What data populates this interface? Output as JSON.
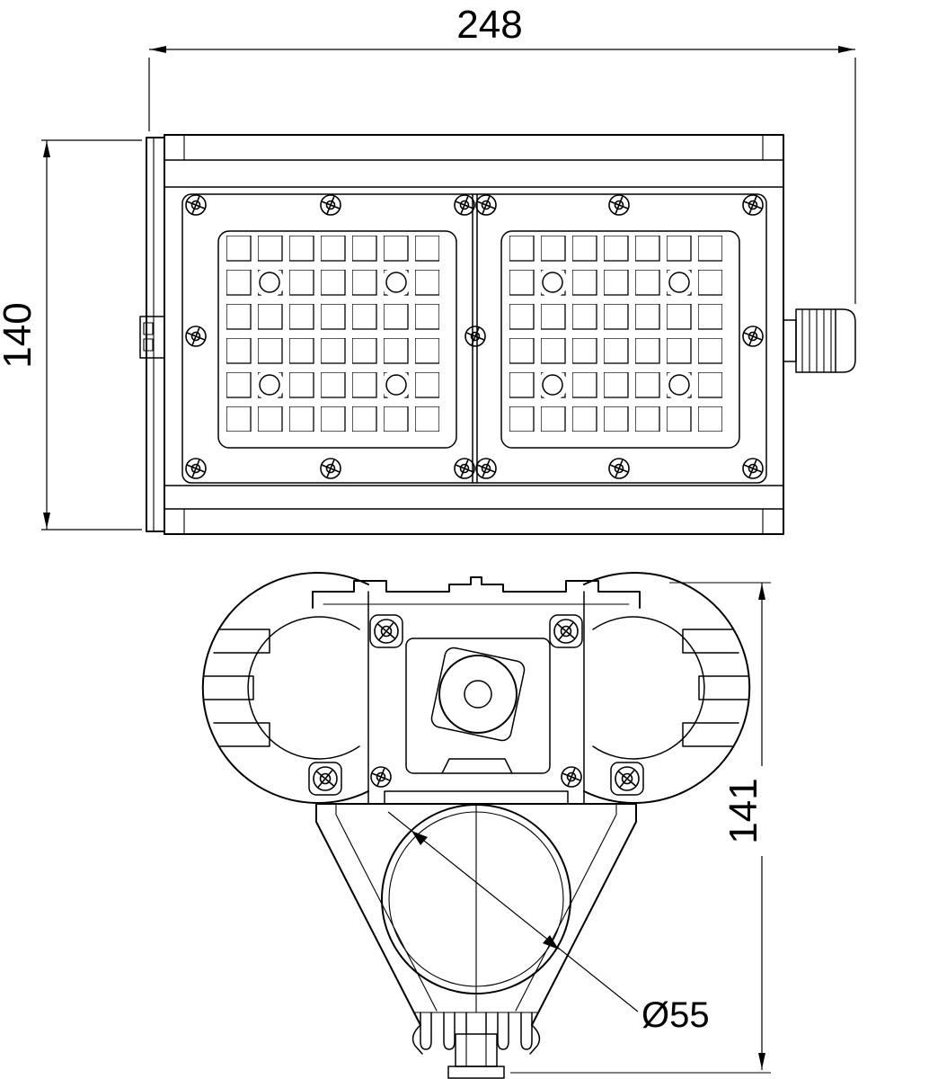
{
  "drawing": {
    "background_color": "#ffffff",
    "line_color": "#000000",
    "dimensions": {
      "width": "248",
      "height": "140",
      "section_height": "141",
      "bore_diameter": "Ø55"
    }
  }
}
